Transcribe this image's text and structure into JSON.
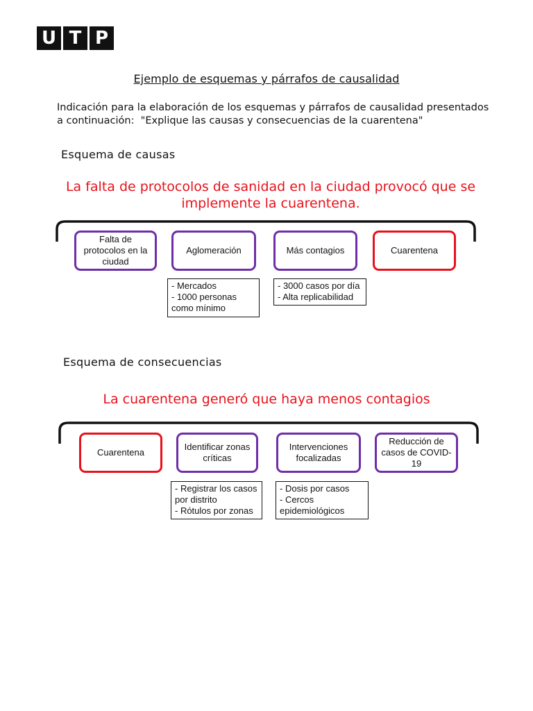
{
  "logo": {
    "letters": [
      "U",
      "T",
      "P"
    ]
  },
  "title": "Ejemplo de esquemas y párrafos de causalidad",
  "instruction": {
    "line1": "Indicación para la elaboración de los esquemas y párrafos de causalidad presentados",
    "line2": "a continuación:  \"Explique las causas y consecuencias de la cuarentena\""
  },
  "causes": {
    "heading": "Esquema de causas",
    "thesis_line1": "La falta de protocolos de sanidad en la ciudad provocó que se",
    "thesis_line2": "implemente la cuarentena.",
    "boxes": [
      {
        "label": "Falta de protocolos en la ciudad"
      },
      {
        "label": "Aglomeración"
      },
      {
        "label": "Más contagios"
      },
      {
        "label": "Cuarentena"
      }
    ],
    "details": [
      {
        "lines": [
          "- Mercados",
          "- 1000 personas como mínimo"
        ]
      },
      {
        "lines": [
          "- 3000 casos por día",
          "- Alta replicabilidad"
        ]
      }
    ]
  },
  "consequences": {
    "heading": "Esquema de consecuencias",
    "thesis": "La cuarentena generó que haya menos contagios",
    "boxes": [
      {
        "label": "Cuarentena"
      },
      {
        "label": "Identificar zonas críticas"
      },
      {
        "label": "Intervenciones focalizadas"
      },
      {
        "label": "Reducción de casos de COVID-19"
      }
    ],
    "details": [
      {
        "lines": [
          "- Registrar los casos por distrito",
          "- Rótulos por zonas"
        ]
      },
      {
        "lines": [
          "- Dosis por casos",
          "- Cercos epidemiológicos"
        ]
      }
    ]
  },
  "colors": {
    "accent_red": "#e8111b",
    "box_purple": "#6f2da8"
  }
}
